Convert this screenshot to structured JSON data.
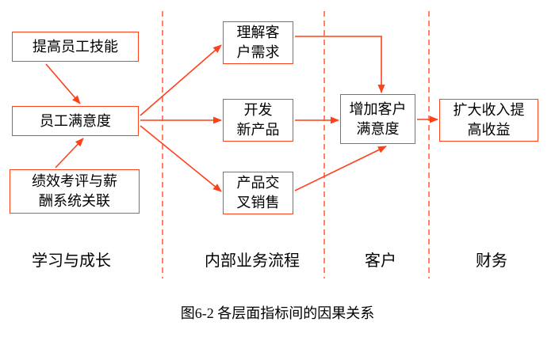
{
  "colors": {
    "accent": "#FF4019",
    "text": "#000000",
    "background": "#FFFFFF"
  },
  "nodes": {
    "improve_skills": {
      "label": "提高员工技能",
      "lines": [
        "提高员工技能"
      ]
    },
    "employee_satisfaction": {
      "label": "员工满意度",
      "lines": [
        "员工满意度"
      ]
    },
    "performance_pay": {
      "label": "绩效考评与薪酬系统关联",
      "lines": [
        "绩效考评与薪",
        "酬系统关联"
      ]
    },
    "understand_needs": {
      "label": "理解客户需求",
      "lines": [
        "理解客",
        "户需求"
      ]
    },
    "new_products": {
      "label": "开发新产品",
      "lines": [
        "开发",
        "新产品"
      ]
    },
    "cross_selling": {
      "label": "产品交叉销售",
      "lines": [
        "产品交",
        "叉销售"
      ]
    },
    "customer_satisfaction": {
      "label": "增加客户满意度",
      "lines": [
        "增加客户",
        "满意度"
      ]
    },
    "revenue": {
      "label": "扩大收入提高收益",
      "lines": [
        "扩大收入提",
        "高收益"
      ]
    }
  },
  "edges": [
    {
      "from": "improve_skills",
      "to": "employee_satisfaction"
    },
    {
      "from": "performance_pay",
      "to": "employee_satisfaction"
    },
    {
      "from": "employee_satisfaction",
      "to": "understand_needs"
    },
    {
      "from": "employee_satisfaction",
      "to": "new_products"
    },
    {
      "from": "employee_satisfaction",
      "to": "cross_selling"
    },
    {
      "from": "understand_needs",
      "to": "customer_satisfaction"
    },
    {
      "from": "new_products",
      "to": "customer_satisfaction"
    },
    {
      "from": "cross_selling",
      "to": "customer_satisfaction"
    },
    {
      "from": "customer_satisfaction",
      "to": "revenue"
    }
  ],
  "perspectives": {
    "learning": "学习与成长",
    "internal": "内部业务流程",
    "customer": "客户",
    "finance": "财务"
  },
  "caption": "图6-2 各层面指标间的因果关系"
}
